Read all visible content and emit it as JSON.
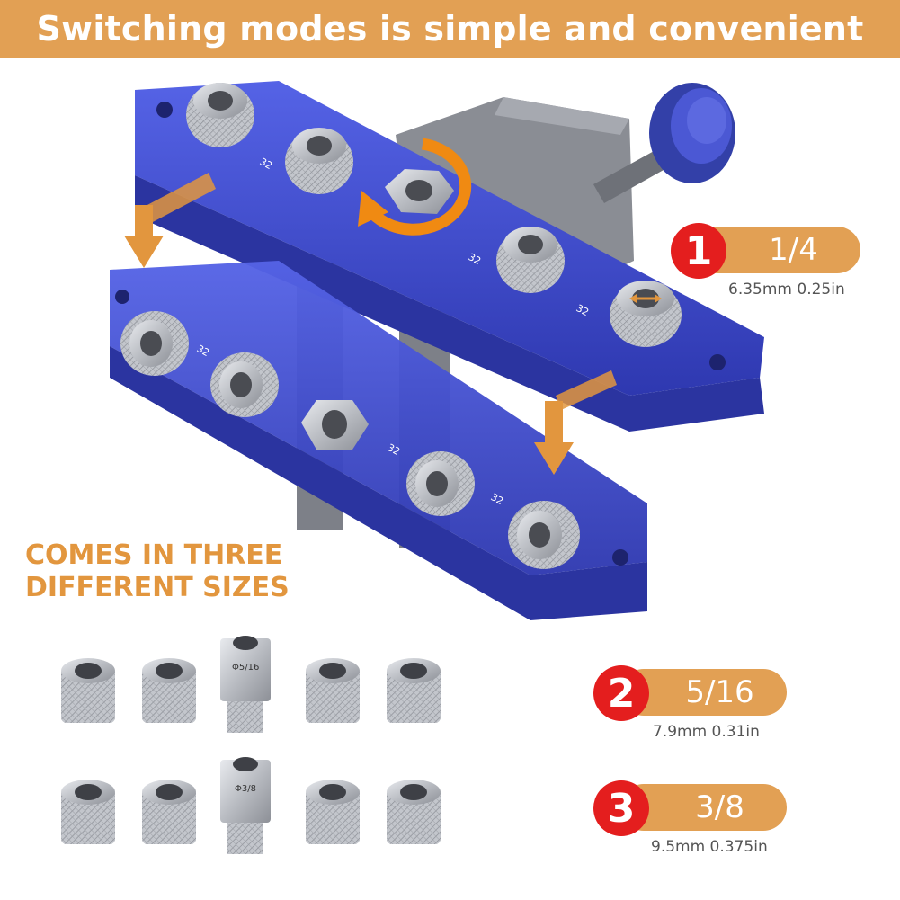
{
  "banner": {
    "title": "Switching modes is simple and convenient"
  },
  "caption": {
    "line1": "COMES IN THREE",
    "line2": "DIFFERENT SIZES"
  },
  "sizes": [
    {
      "number": "1",
      "label": "1/4",
      "spec": "6.35mm 0.25in"
    },
    {
      "number": "2",
      "label": "5/16",
      "spec": "7.9mm 0.31in"
    },
    {
      "number": "3",
      "label": "3/8",
      "spec": "9.5mm 0.375in"
    }
  ],
  "jig_markings": {
    "scale": "32",
    "upper_bushing": "Φ5/16",
    "lower_bushing": "Φ3/8"
  },
  "colors": {
    "banner": "#e2a054",
    "accent_orange": "#e2963e",
    "badge_red": "#e41e1e",
    "jig_blue": "#3d49c8",
    "steel": "#c9ccd1",
    "bracket": "#7d8088"
  }
}
